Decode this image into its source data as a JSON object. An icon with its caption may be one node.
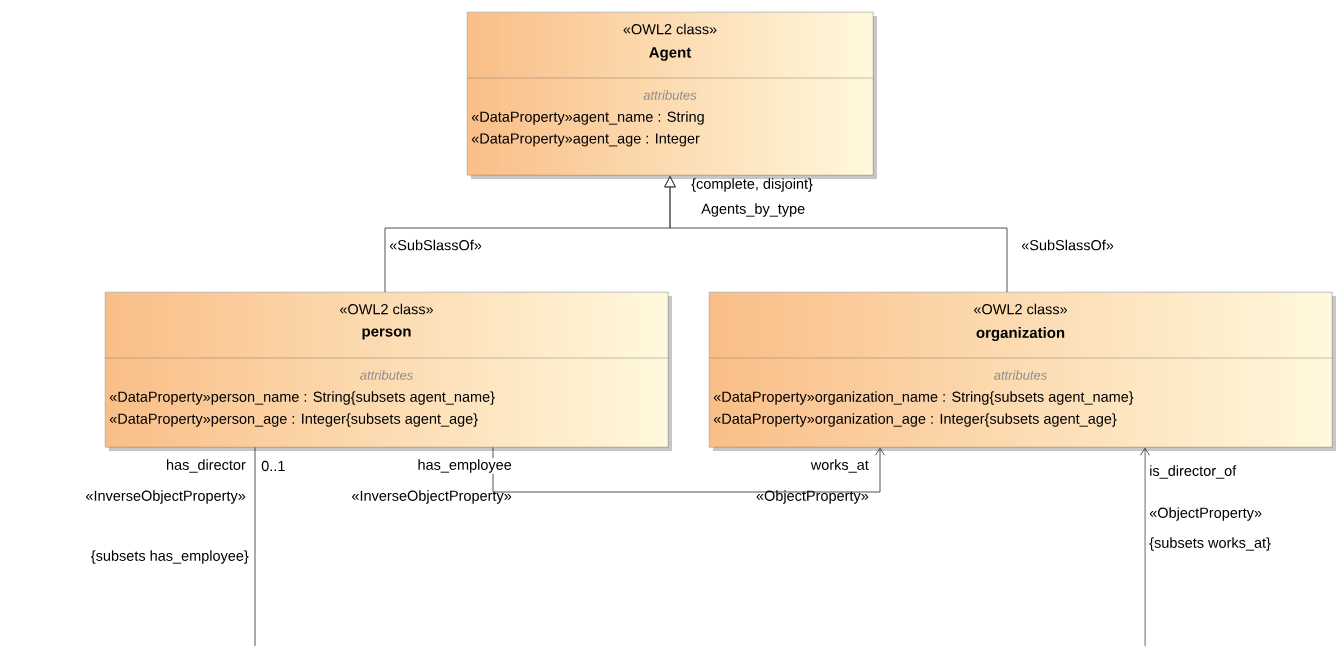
{
  "diagram": {
    "nodes": [
      {
        "text": [
          "«OWL2 class»",
          "Agent",
          "attributes",
          "«DataProperty»agent_name : String",
          "«DataProperty»agent_age : Integer"
        ]
      },
      {
        "text": [
          "«OWL2 class»",
          "person",
          "attributes",
          "«DataProperty»person_name : String{subsets agent_name}",
          "«DataProperty»person_age : Integer{subsets agent_age}"
        ]
      },
      {
        "text": [
          "«OWL2 class»",
          "organization",
          "attributes",
          "«DataProperty»organization_name : String{subsets agent_name}",
          "«DataProperty»organization_age : Integer{subsets agent_age}"
        ]
      }
    ],
    "edges": [
      {
        "from": 1,
        "to": 0,
        "arrow": "to",
        "label": "«SubSlassOf»"
      },
      {
        "from": 2,
        "to": 0,
        "arrow": "to",
        "label": "«SubSlassOf»"
      },
      {
        "from": 1,
        "to": 2,
        "arrow": "to",
        "label": "has_employee"
      },
      {
        "from": 1,
        "to": null,
        "arrow": "none"
      },
      {
        "from": null,
        "to": 2,
        "arrow": "to"
      }
    ],
    "labels": [
      "{complete, disjoint}",
      "Agents_by_type",
      "has_director",
      "0..1",
      "«InverseObjectProperty»",
      "{subsets has_employee}",
      "«InverseObjectProperty»",
      "works_at",
      "«ObjectProperty»",
      "is_director_of",
      "«ObjectProperty»",
      "{subsets works_at}"
    ]
  }
}
